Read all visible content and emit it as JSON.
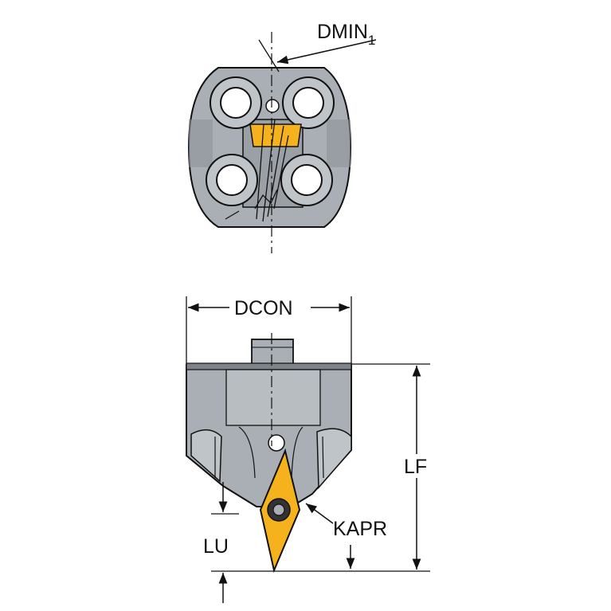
{
  "labels": {
    "dmin": "DMIN",
    "dmin_sub": "1",
    "dcon": "DCON",
    "lf": "LF",
    "lu": "LU",
    "kapr": "KAPR"
  },
  "colors": {
    "body_gray": "#a9afb4",
    "body_dark": "#7d8388",
    "hole_fill": "#ffffff",
    "insert_yellow": "#f5b21c",
    "line": "#111111"
  },
  "icons": {
    "insert": "rhombic-insert-icon",
    "screw": "clamp-screw-icon"
  }
}
